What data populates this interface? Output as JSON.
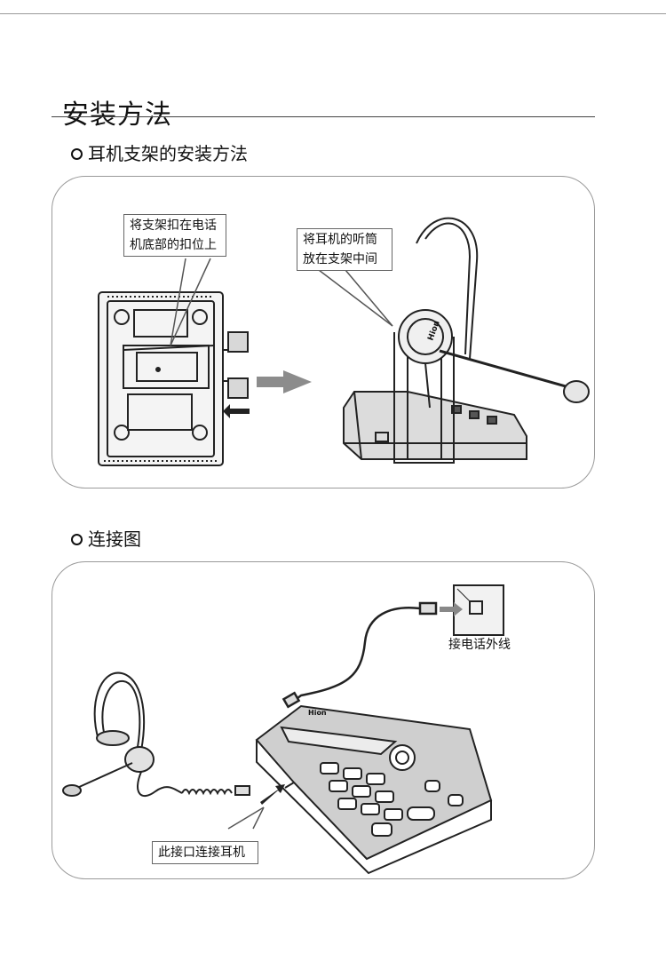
{
  "title": "安装方法",
  "sections": [
    {
      "heading": "耳机支架的安装方法",
      "callouts": {
        "bracket_line1": "将支架扣在电话",
        "bracket_line2": "机底部的扣位上",
        "headset_line1": "将耳机的听筒",
        "headset_line2": "放在支架中间"
      }
    },
    {
      "heading": "连接图",
      "labels": {
        "line_out": "接电话外线",
        "headset_port": "此接口连接耳机"
      }
    }
  ],
  "diagram_text": {
    "headset_brand": "Hion",
    "phone_brand": "Hion"
  }
}
